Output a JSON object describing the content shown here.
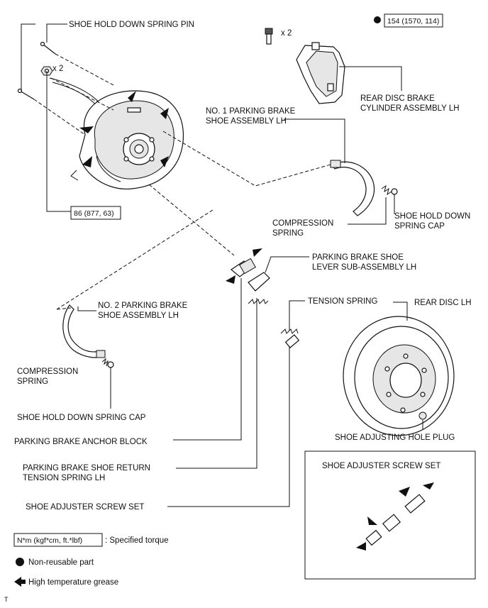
{
  "labels": {
    "shoe_hold_down_spring_pin": "SHOE HOLD DOWN SPRING PIN",
    "qty_x2_bolts": "x 2",
    "qty_x2_nuts": "x 2",
    "torque_154": "154 (1570, 114)",
    "rear_disc_brake_cylinder": [
      "REAR DISC BRAKE",
      "CYLINDER ASSEMBLY LH"
    ],
    "no1_parking_brake_shoe": [
      "NO. 1 PARKING BRAKE",
      "SHOE ASSEMBLY LH"
    ],
    "torque_86": "86 (877, 63)",
    "compression_spring_1": [
      "COMPRESSION",
      "SPRING"
    ],
    "shoe_hold_down_spring_cap_1": [
      "SHOE HOLD DOWN",
      "SPRING CAP"
    ],
    "parking_brake_shoe_lever": [
      "PARKING BRAKE SHOE",
      "LEVER SUB-ASSEMBLY LH"
    ],
    "no2_parking_brake_shoe": [
      "NO. 2 PARKING BRAKE",
      "SHOE ASSEMBLY LH"
    ],
    "tension_spring": "TENSION SPRING",
    "rear_disc": "REAR DISC LH",
    "compression_spring_2": [
      "COMPRESSION",
      "SPRING"
    ],
    "shoe_hold_down_spring_cap_2": "SHOE HOLD DOWN SPRING CAP",
    "shoe_adjusting_hole_plug": "SHOE ADJUSTING HOLE PLUG",
    "parking_brake_anchor_block": "PARKING BRAKE ANCHOR BLOCK",
    "return_tension_spring": [
      "PARKING BRAKE SHOE RETURN",
      "TENSION SPRING LH"
    ],
    "shoe_adjuster_screw_set": "SHOE ADJUSTER SCREW SET",
    "inset_title": "SHOE ADJUSTER SCREW SET"
  },
  "legend": {
    "torque_unit": "N*m (kgf*cm, ft.*lbf)",
    "torque_desc": ": Specified torque",
    "non_reusable": "Non-reusable part",
    "grease": "High temperature grease"
  },
  "footer": {
    "mark": "T"
  },
  "icons": [
    "non-reusable-dot-icon",
    "grease-arrow-icon"
  ]
}
